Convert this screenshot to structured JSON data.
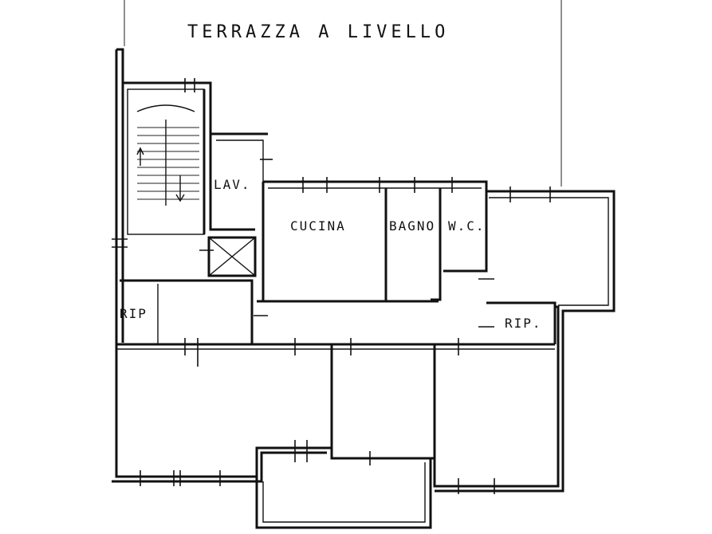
{
  "plan": {
    "title": "TERRAZZA A LIVELLO",
    "rooms": {
      "lav": "LAV.",
      "cucina": "CUCINA",
      "bagno": "BAGNO",
      "wc": "W.C.",
      "rip_left": "RIP",
      "rip_right": "RIP."
    }
  }
}
